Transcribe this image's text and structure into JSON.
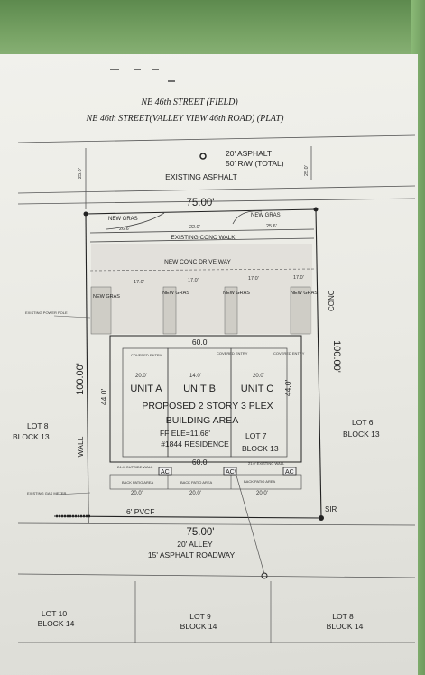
{
  "streets": {
    "field_name": "NE 46th STREET (FIELD)",
    "plat_name": "NE 46th STREET(VALLEY VIEW 46th ROAD) (PLAT)",
    "asphalt": "20' ASPHALT",
    "row": "50' R/W (TOTAL)",
    "existing": "EXISTING ASPHALT"
  },
  "lot": {
    "top_dim": "75.00'",
    "bottom_dim": "75.00'",
    "left_dim": "100.00'",
    "right_dim": "100.00'",
    "setback_top_left": "25.0'",
    "setback_top_right": "25.0'"
  },
  "site": {
    "new_gras_left": "NEW GRAS",
    "new_gras_right": "NEW GRAS",
    "dim_walk_left": "26.6'",
    "dim_walk_mid": "22.0'",
    "dim_walk_right": "25.6'",
    "existing_walk": "EXISTING CONC WALK",
    "drive": "NEW CONC DRIVE WAY",
    "gras_labels": [
      "NEW GRAS",
      "NEW GRAS",
      "NEW GRAS",
      "NEW GRAS"
    ],
    "drive_dims": [
      "17.0'",
      "17.0'",
      "17.0'",
      "17.0'"
    ],
    "conc": "CONC",
    "existing_pole": "EXISTING POWER POLE"
  },
  "building": {
    "width_top": "60.0'",
    "width_bottom": "60.0'",
    "depth": "44.0'",
    "depth_right": "44.0'",
    "unit_a": "UNIT A",
    "unit_b": "UNIT B",
    "unit_c": "UNIT C",
    "title1": "PROPOSED 2 STORY 3 PLEX",
    "title2": "BUILDING AREA",
    "ff": "FF ELE=11.68'",
    "residence": "#1844 RESIDENCE",
    "lot7": "LOT 7",
    "block13": "BLOCK 13",
    "covered_entry": "COVERED ENTRY",
    "unit_widths": [
      "20.0'",
      "14.0'",
      "20.0'"
    ],
    "back_labels": [
      "BACK PATIO AREA",
      "BACK PATIO AREA",
      "BACK PATIO AREA"
    ],
    "back_dims": [
      "20.0'",
      "20.0'",
      "20.0'"
    ],
    "ac": "AC",
    "side_left": "24.4' OUTSIDE WALL",
    "side_right": "21.0' EXISTING WALL"
  },
  "neighbors": {
    "left_lot": "LOT 8",
    "left_block": "BLOCK 13",
    "right_lot": "LOT 6",
    "right_block": "BLOCK 13",
    "wall": "WALL",
    "meter": "EXISTING GAS METER"
  },
  "rear": {
    "fence": "6' PVCF",
    "sir": "SIR",
    "alley": "20' ALLEY",
    "roadway": "15' ASPHALT ROADWAY"
  },
  "lots_below": [
    {
      "lot": "LOT 10",
      "block": "BLOCK 14"
    },
    {
      "lot": "LOT 9",
      "block": "BLOCK 14"
    },
    {
      "lot": "LOT 8",
      "block": "BLOCK 14"
    }
  ]
}
